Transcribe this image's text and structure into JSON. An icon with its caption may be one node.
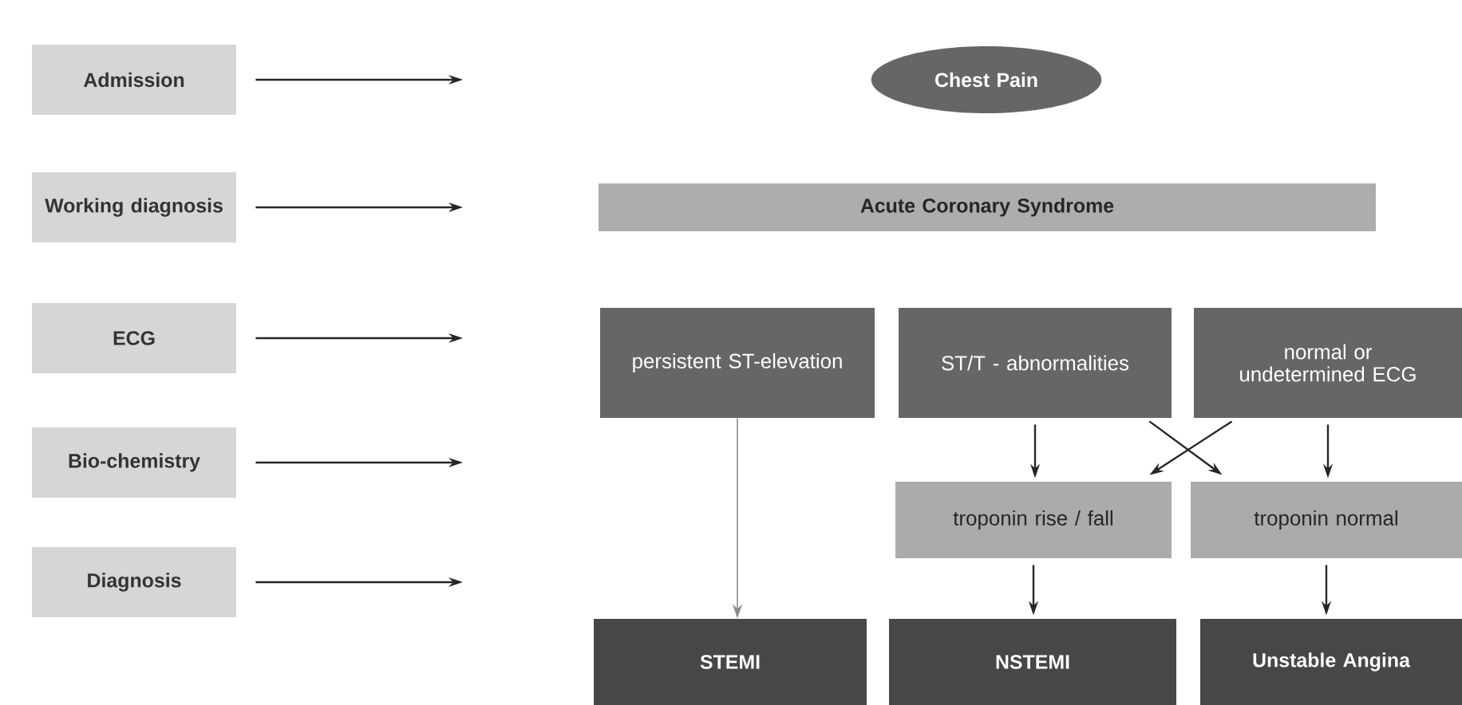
{
  "diagram": {
    "nodes": [
      {
        "text": [
          "Admission"
        ]
      },
      {
        "text": [
          "Working diagnosis"
        ]
      },
      {
        "text": [
          "ECG"
        ]
      },
      {
        "text": [
          "Bio-chemistry"
        ]
      },
      {
        "text": [
          "Diagnosis"
        ]
      },
      {
        "text": [
          "Chest Pain"
        ]
      },
      {
        "text": [
          "Acute Coronary Syndrome"
        ]
      },
      {
        "text": [
          "persistent ST-elevation"
        ]
      },
      {
        "text": [
          "ST/T - abnormalities"
        ]
      },
      {
        "text": [
          "normal or undetermined ECG"
        ]
      },
      {
        "text": [
          "troponin rise / fall"
        ]
      },
      {
        "text": [
          "troponin normal"
        ]
      },
      {
        "text": [
          "STEMI"
        ]
      },
      {
        "text": [
          "NSTEMI"
        ]
      },
      {
        "text": [
          "Unstable Angina"
        ]
      }
    ],
    "edges": [
      {
        "from": 0,
        "to": null,
        "arrow": "to"
      },
      {
        "from": 1,
        "to": null,
        "arrow": "to"
      },
      {
        "from": 2,
        "to": null,
        "arrow": "to"
      },
      {
        "from": 3,
        "to": null,
        "arrow": "to"
      },
      {
        "from": 4,
        "to": null,
        "arrow": "to"
      },
      {
        "from": 7,
        "to": 12,
        "arrow": "to",
        "color": "#8a8a8a"
      },
      {
        "from": 8,
        "to": 10,
        "arrow": "to"
      },
      {
        "from": 8,
        "to": 11,
        "arrow": "to"
      },
      {
        "from": 9,
        "to": 10,
        "arrow": "to"
      },
      {
        "from": 9,
        "to": 11,
        "arrow": "to"
      },
      {
        "from": 10,
        "to": 13,
        "arrow": "to"
      },
      {
        "from": 11,
        "to": 14,
        "arrow": "to"
      }
    ]
  }
}
